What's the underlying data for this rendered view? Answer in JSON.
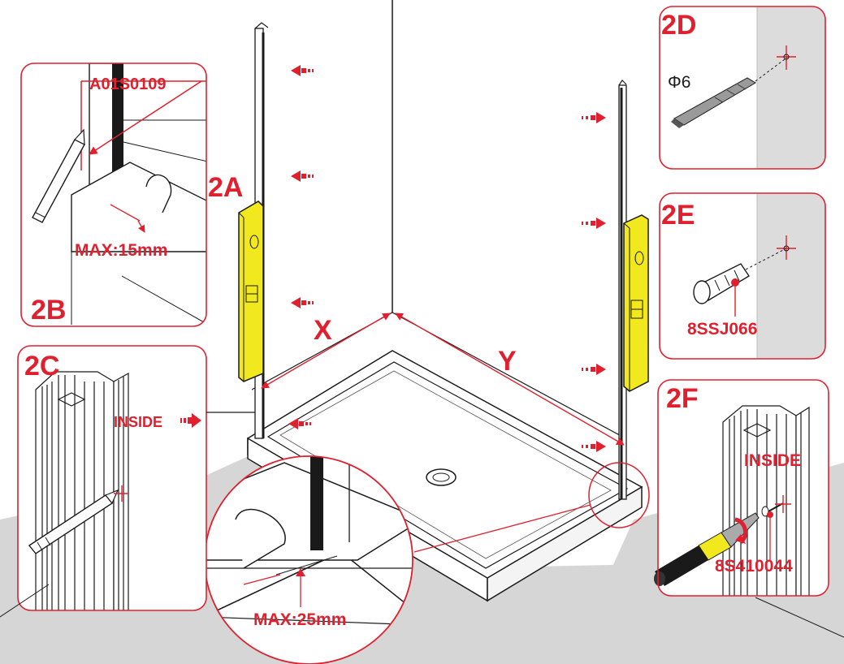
{
  "panels": {
    "step_2a": "2A",
    "step_2b": "2B",
    "step_2c": "2C",
    "step_2d": "2D",
    "step_2e": "2E",
    "step_2f": "2F"
  },
  "part_numbers": {
    "wall_profile": "A01S0109",
    "wall_plug": "8SSJ066",
    "screw": "8S410044"
  },
  "dimensions": {
    "width_x": "X",
    "depth_y": "Y",
    "max_gap_2b": "MAX:15mm",
    "max_gap_main": "MAX:25mm",
    "drill_diameter": "Φ6"
  },
  "callouts": {
    "inside_2c": "INSIDE",
    "inside_2f": "INSIDE"
  },
  "colors": {
    "accent_red": "#e0202e",
    "level_yellow": "#f2e81e",
    "floor_grey": "#d6d6d6",
    "wall_grey": "#dcdcdc",
    "line_dark": "#1a1a1a"
  },
  "icons": [
    "pencil-icon",
    "spirit-level-icon",
    "drill-bit-icon",
    "wall-plug-icon",
    "screwdriver-icon",
    "screw-icon",
    "arrow-icon"
  ]
}
